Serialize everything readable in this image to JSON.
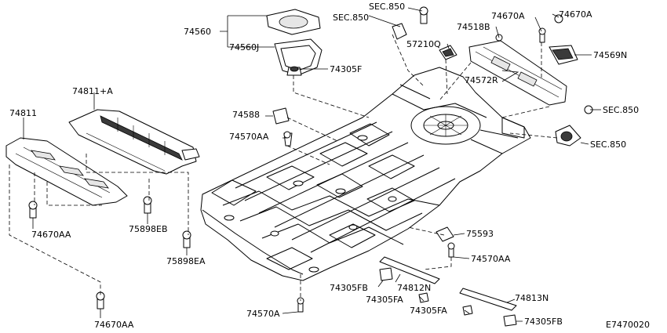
{
  "callouts": [
    "74560",
    "74560J",
    "74305F",
    "SEC.850",
    "SEC.850",
    "74518B",
    "74670A",
    "74670A",
    "57210Q",
    "74569N",
    "74572R",
    "SEC.850",
    "SEC.850",
    "74811+A",
    "74811",
    "74588",
    "74570AA",
    "74670AA",
    "75898EB",
    "75898EA",
    "74670AA",
    "75593",
    "74570AA",
    "74812N",
    "74305FB",
    "74305FA",
    "74570A",
    "74813N",
    "74305FA",
    "74305FB"
  ],
  "diagram_id": "E7470020"
}
